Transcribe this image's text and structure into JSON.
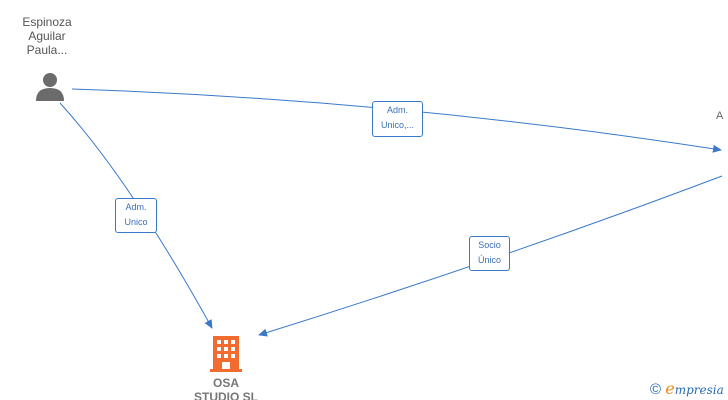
{
  "nodes": {
    "person": {
      "label_line1": "Espinoza",
      "label_line2": "Aguilar",
      "label_line3": "Paula...",
      "icon": "person-icon"
    },
    "partial_node": {
      "label": "A"
    },
    "company": {
      "label_line1": "OSA",
      "label_line2": "STUDIO  SL",
      "icon": "building-icon",
      "icon_color": "#f26b2f"
    }
  },
  "edges": [
    {
      "label_line1": "Adm.",
      "label_line2": "Unico,..."
    },
    {
      "label_line1": "Adm.",
      "label_line2": "Unico"
    },
    {
      "label_line1": "Socio",
      "label_line2": "Único"
    }
  ],
  "colors": {
    "edge": "#3a79c9",
    "person_icon": "#6b6b6b",
    "building_icon": "#f26b2f"
  },
  "watermark": {
    "symbol": "©",
    "e_letter": "e",
    "brand": "mpresia"
  }
}
